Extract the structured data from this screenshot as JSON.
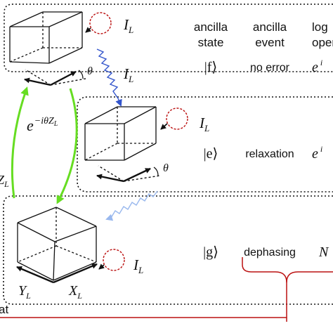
{
  "header": {
    "col_state_line1": "ancilla",
    "col_state_line2": "state",
    "col_event_line1": "ancilla",
    "col_event_line2": "event",
    "col_op_line1": "log",
    "col_op_line2": "oper"
  },
  "rows": [
    {
      "state": "|f⟩",
      "event": "no error",
      "event_color": "#66dd22",
      "operator": "e",
      "operator_sup": "i"
    },
    {
      "state": "|e⟩",
      "event": "relaxation",
      "event_color": "#3355cc",
      "operator": "e",
      "operator_sup": "i"
    },
    {
      "state": "|g⟩",
      "event": "dephasing",
      "event_color": "#bb1111",
      "operator": "N"
    }
  ],
  "labels": {
    "identity": "I",
    "identity_sub": "L",
    "theta": "θ",
    "rotation_e": "e",
    "rotation_sup_main": "−iθZ",
    "rotation_sup_sub": "L",
    "left_z": "Z",
    "left_z_sub": "L",
    "y_axis": "Y",
    "y_sub": "L",
    "x_axis": "X",
    "x_sub": "L",
    "bottom_left": "at"
  },
  "colors": {
    "green": "#66dd22",
    "blue": "#3355cc",
    "light_blue": "#99b8ee",
    "red": "#bb1111",
    "ink": "#111111"
  }
}
